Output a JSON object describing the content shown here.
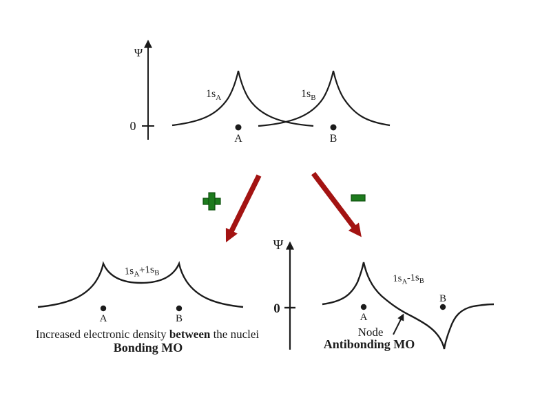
{
  "palette": {
    "ink": "#1b1b1b",
    "arrow_red": "#a31312",
    "green_fill": "#1d7b1d",
    "green_border": "#0d4f0d",
    "bg": "#ffffff"
  },
  "top_plot": {
    "axis_label": "Ψ",
    "zero_label": "0",
    "orbital_a_label": {
      "base": "1s",
      "sub": "A"
    },
    "orbital_b_label": {
      "base": "1s",
      "sub": "B"
    },
    "nucleus_a": "A",
    "nucleus_b": "B"
  },
  "operators": {
    "plus": "+",
    "minus": "−"
  },
  "center_axis": {
    "axis_label": "Ψ",
    "zero_label": "0"
  },
  "bonding_plot": {
    "curve_label": {
      "p1": "1s",
      "s1": "A",
      "p2": "+1s",
      "s2": "B"
    },
    "nucleus_a": "A",
    "nucleus_b": "B",
    "caption_pre": "Increased electronic density ",
    "caption_bold": "between",
    "caption_post": " the nuclei",
    "title": "Bonding MO"
  },
  "antibonding_plot": {
    "curve_label": {
      "p1": "1s",
      "s1": "A",
      "p2": "-1s",
      "s2": "B"
    },
    "nucleus_a": "A",
    "nucleus_b": "B",
    "node_label": "Node",
    "title": "Antibonding MO"
  }
}
